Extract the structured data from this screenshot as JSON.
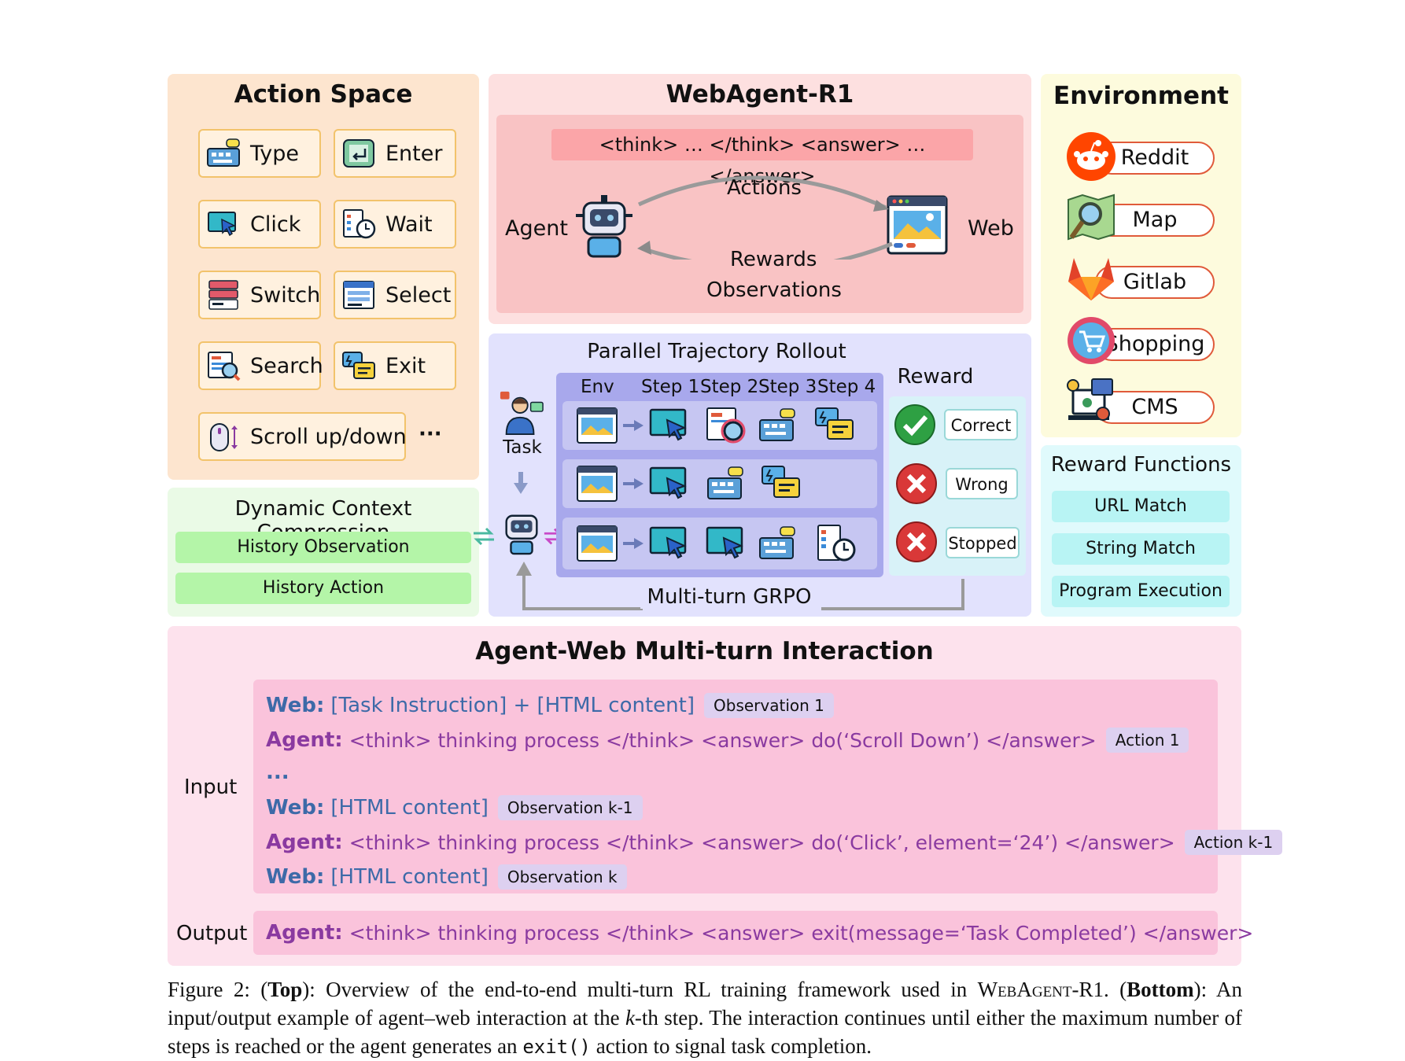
{
  "action_space": {
    "title": "Action Space",
    "actions": [
      {
        "label": "Type",
        "icon": "keyboard-icon"
      },
      {
        "label": "Enter",
        "icon": "enter-icon"
      },
      {
        "label": "Click",
        "icon": "cursor-click-icon"
      },
      {
        "label": "Wait",
        "icon": "clock-icon"
      },
      {
        "label": "Switch",
        "icon": "switch-tabs-icon"
      },
      {
        "label": "Select",
        "icon": "select-list-icon"
      },
      {
        "label": "Search",
        "icon": "search-icon"
      },
      {
        "label": "Exit",
        "icon": "exit-chat-icon"
      },
      {
        "label": "Scroll up/down",
        "icon": "mouse-scroll-icon"
      }
    ],
    "ellipsis": "···"
  },
  "webagent": {
    "title": "WebAgent-R1",
    "format": "<think> … </think> <answer> … </answer>",
    "agent_label": "Agent",
    "web_label": "Web",
    "actions_label": "Actions",
    "rewards_label": "Rewards",
    "observations_label": "Observations"
  },
  "environment": {
    "title": "Environment",
    "items": [
      {
        "label": "Reddit",
        "icon": "reddit-icon",
        "color": "#ff4500"
      },
      {
        "label": "Map",
        "icon": "map-icon",
        "color": "#3a8a3a"
      },
      {
        "label": "Gitlab",
        "icon": "gitlab-icon",
        "color": "#e24329"
      },
      {
        "label": "Shopping",
        "icon": "shopping-cart-icon",
        "color": "#e14a6a"
      },
      {
        "label": "CMS",
        "icon": "cms-icon",
        "color": "#4a72c4"
      }
    ]
  },
  "reward_functions": {
    "title": "Reward Functions",
    "items": [
      "URL Match",
      "String Match",
      "Program Execution"
    ]
  },
  "compression": {
    "title": "Dynamic Context Compression",
    "items": [
      "History Observation",
      "History Action"
    ]
  },
  "rollout": {
    "title": "Parallel Trajectory Rollout",
    "task_label": "Task",
    "headers": [
      "Env",
      "Step 1",
      "Step 2",
      "Step 3",
      "Step 4"
    ],
    "reward_title": "Reward",
    "rewards": [
      {
        "label": "Correct",
        "status": "correct",
        "color": "#2ea043"
      },
      {
        "label": "Wrong",
        "status": "wrong",
        "color": "#d93838"
      },
      {
        "label": "Stopped",
        "status": "stopped",
        "color": "#d93838"
      }
    ],
    "grpo_label": "Multi-turn GRPO"
  },
  "interaction": {
    "title": "Agent-Web Multi-turn Interaction",
    "input_label": "Input",
    "output_label": "Output",
    "lines": [
      {
        "who": "Web:",
        "text": "[Task Instruction] + [HTML content]",
        "tag": "Observation 1"
      },
      {
        "who": "Agent:",
        "text": "<think> thinking process </think> <answer> do(‘Scroll Down’) </answer>",
        "tag": "Action 1"
      },
      {
        "who": "",
        "text": "...",
        "tag": ""
      },
      {
        "who": "Web:",
        "text": "[HTML content]",
        "tag": "Observation k-1"
      },
      {
        "who": "Agent:",
        "text": "<think> thinking process </think> <answer> do(‘Click’, element=‘24’) </answer>",
        "tag": "Action k-1"
      },
      {
        "who": "Web:",
        "text": "[HTML content]",
        "tag": "Observation k"
      }
    ],
    "output": {
      "who": "Agent:",
      "text": "<think> thinking process </think> <answer> exit(message=‘Task Completed’) </answer>"
    }
  },
  "caption": {
    "fig": "Figure 2: (",
    "top_bold": "Top",
    "part1": "): Overview of the end-to-end multi-turn RL training framework used in ",
    "name": "WebAgent-R1",
    "part2": ". (",
    "bottom_bold": "Bottom",
    "part3": "): An input/output example of agent–web interaction at the ",
    "k": "k",
    "part4": "-th step.  The interaction continues until either the maximum number of steps is reached or the agent generates an ",
    "code": "exit()",
    "part5": " action to signal task completion."
  }
}
